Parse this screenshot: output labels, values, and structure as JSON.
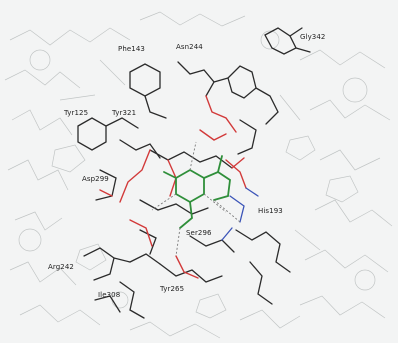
{
  "image": {
    "caption": "",
    "description": ""
  },
  "residue_labels": [
    "Gly342",
    "Phe143",
    "Asn244",
    "Tyr125",
    "Tyr321",
    "Asp299",
    "His193",
    "Ser296",
    "Arg242",
    "Ile308",
    "Tyr265"
  ],
  "colors": {
    "background": "#f3f4f4",
    "surface_wire": "#b9bdbd",
    "protein_bonds": "#2b2b2b",
    "oxygen": "#d23a3a",
    "ligand_carbon": "#2f8f3a",
    "nitrogen": "#3b54b8",
    "hbond": "#7a7a7a"
  }
}
